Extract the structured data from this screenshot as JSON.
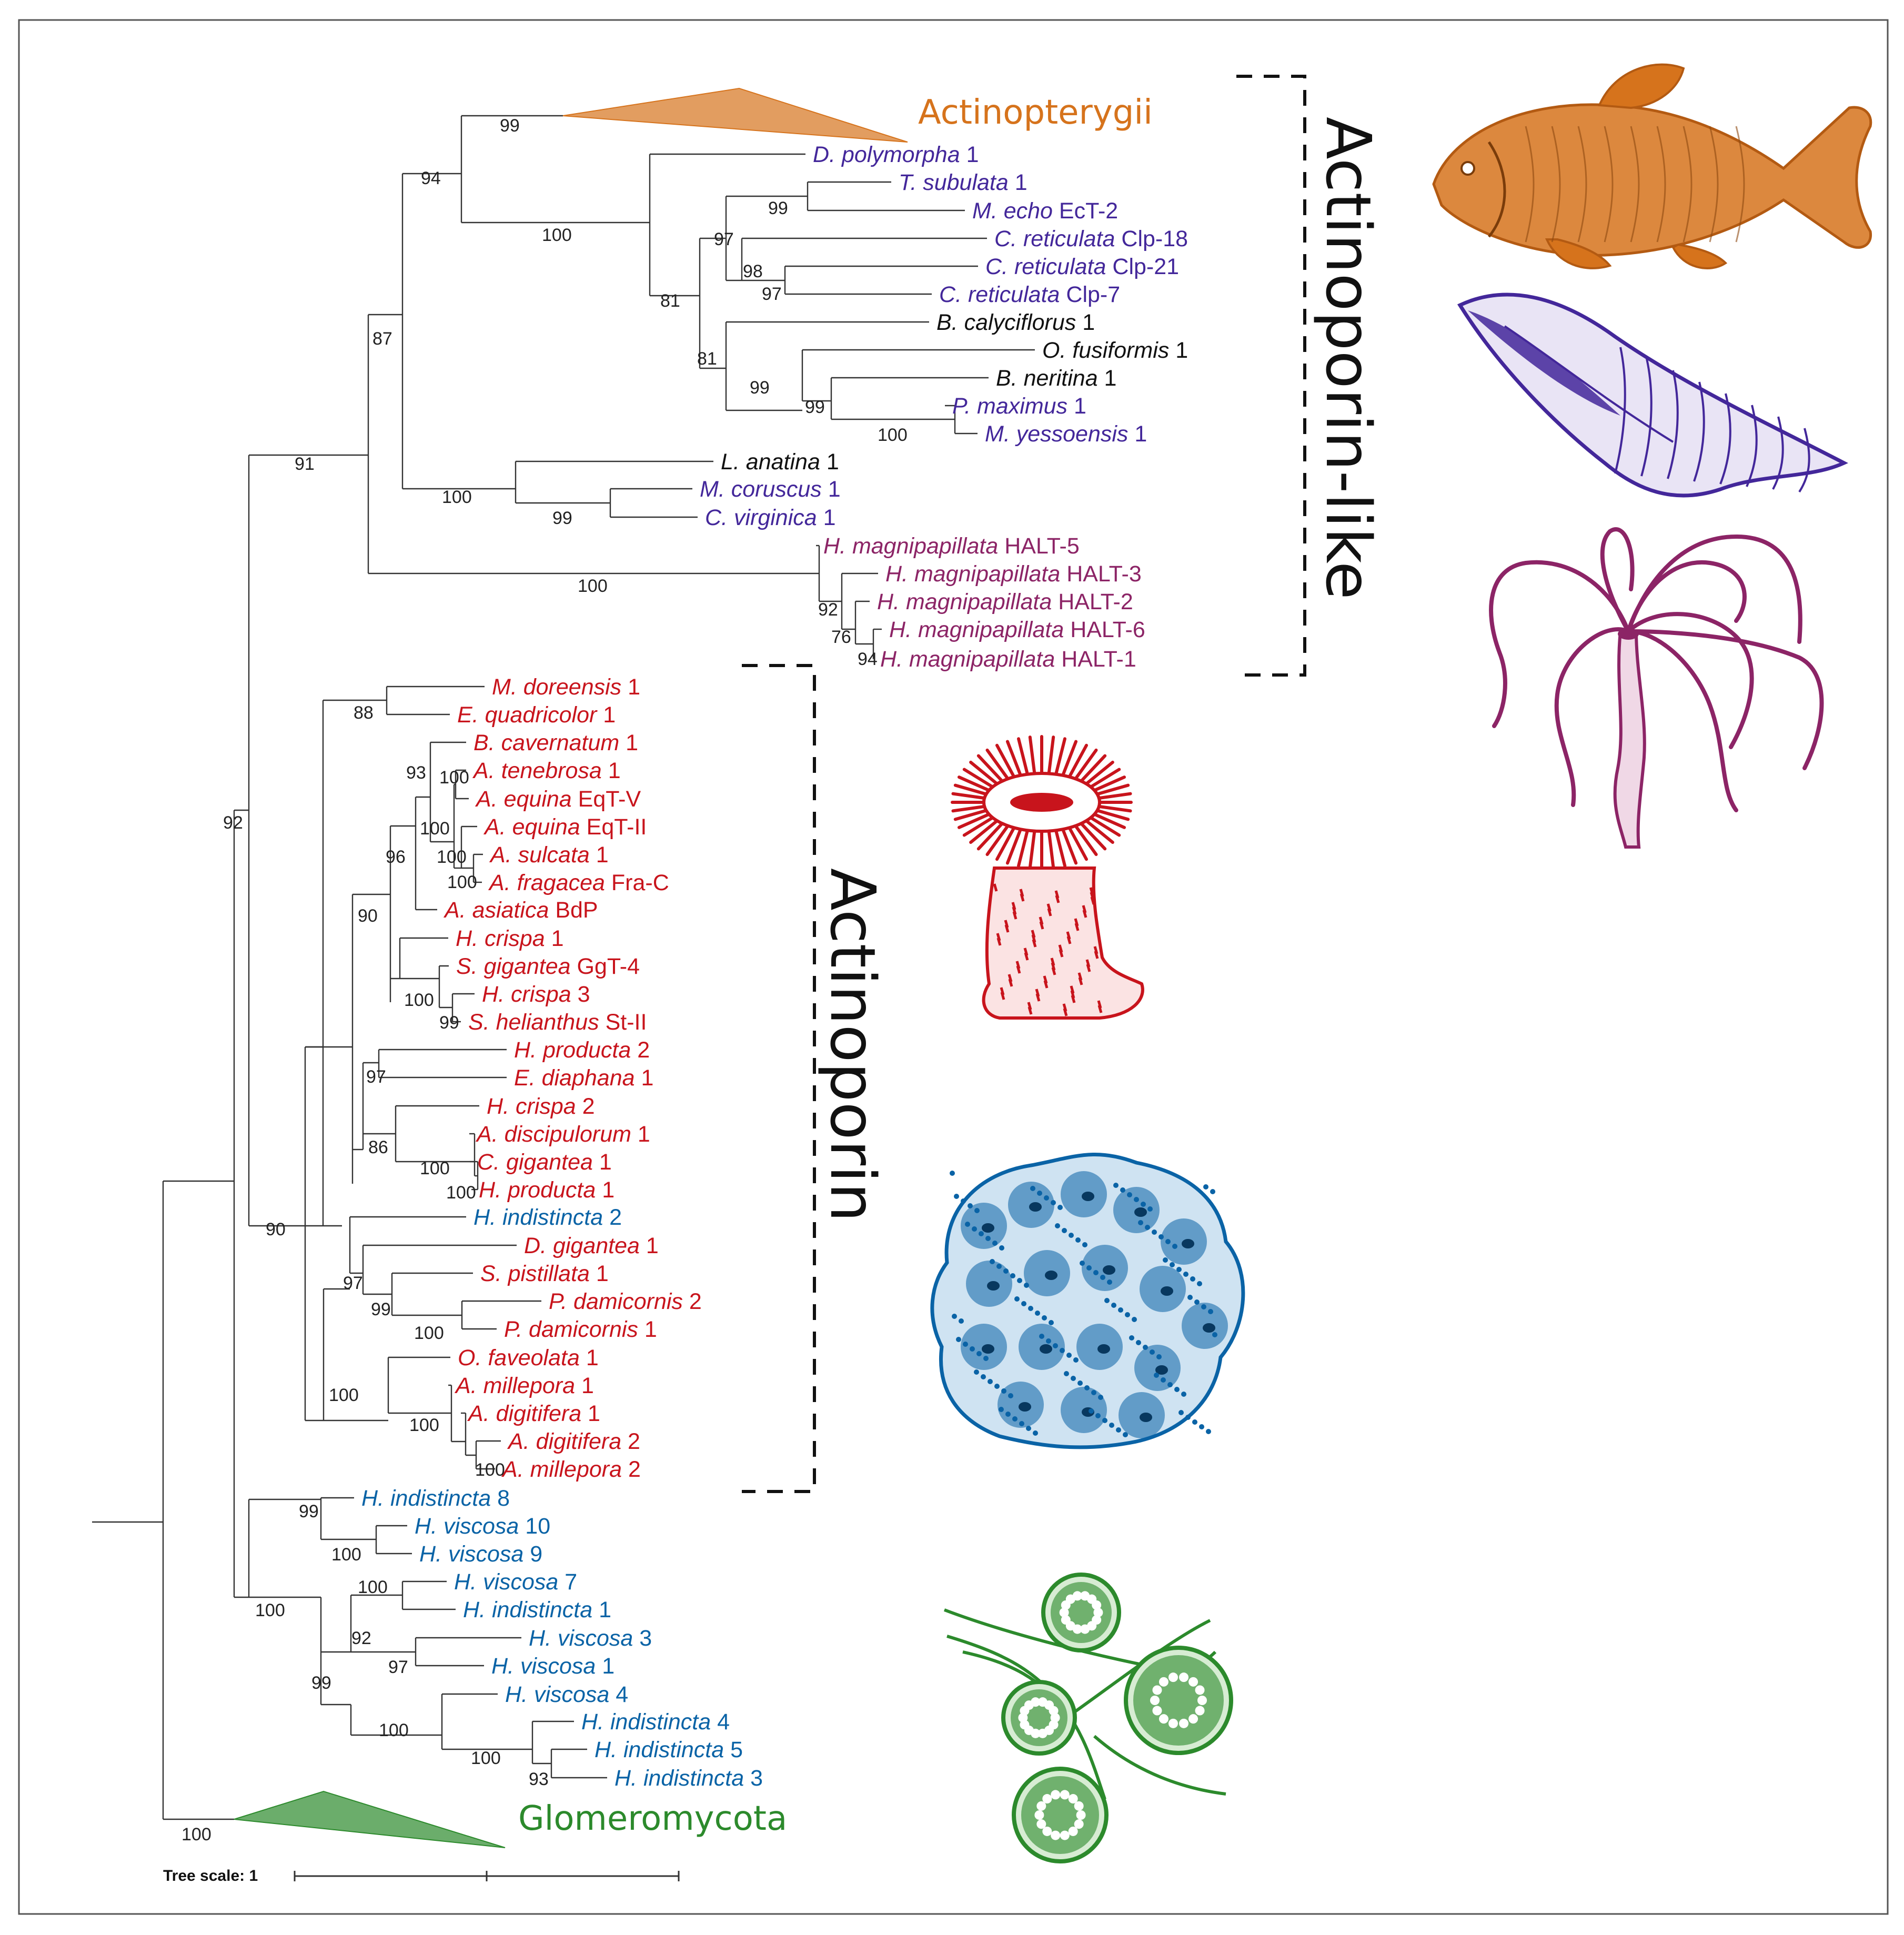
{
  "colors": {
    "mollusc": "#43279a",
    "black": "#111111",
    "hydra": "#8c2466",
    "anemone": "#c8141c",
    "sponge": "#0a63a6",
    "fish": "#d6731c",
    "fungi": "#2c8a2c",
    "branch": "#333333"
  },
  "tree": {
    "scale_label": "Tree scale: 1",
    "groups": {
      "actinoporin_like": "Actinoporin-like",
      "actinoporin": "Actinoporin"
    },
    "collapsed": [
      {
        "id": "actino",
        "label": "Actinopterygii",
        "color": "fish"
      },
      {
        "id": "glom",
        "label": "Glomeromycota",
        "color": "fungi"
      }
    ],
    "tips": [
      {
        "id": "t1",
        "species": "D. polymorpha",
        "suffix": "1",
        "color": "mollusc"
      },
      {
        "id": "t2",
        "species": "T. subulata",
        "suffix": "1",
        "color": "mollusc"
      },
      {
        "id": "t3",
        "species": "M. echo",
        "suffix": "EcT-2",
        "color": "mollusc"
      },
      {
        "id": "t4",
        "species": "C. reticulata",
        "suffix": "Clp-18",
        "color": "mollusc"
      },
      {
        "id": "t5",
        "species": "C. reticulata",
        "suffix": "Clp-21",
        "color": "mollusc"
      },
      {
        "id": "t6",
        "species": "C. reticulata",
        "suffix": "Clp-7",
        "color": "mollusc"
      },
      {
        "id": "t7",
        "species": "B. calyciflorus",
        "suffix": "1",
        "color": "black"
      },
      {
        "id": "t8",
        "species": "O. fusiformis",
        "suffix": "1",
        "color": "black"
      },
      {
        "id": "t9",
        "species": "B. neritina",
        "suffix": "1",
        "color": "black"
      },
      {
        "id": "t10",
        "species": "P. maximus",
        "suffix": "1",
        "color": "mollusc"
      },
      {
        "id": "t11",
        "species": "M. yessoensis",
        "suffix": "1",
        "color": "mollusc"
      },
      {
        "id": "t12",
        "species": "L. anatina",
        "suffix": "1",
        "color": "black"
      },
      {
        "id": "t13",
        "species": "M. coruscus",
        "suffix": "1",
        "color": "mollusc"
      },
      {
        "id": "t14",
        "species": "C. virginica",
        "suffix": "1",
        "color": "mollusc"
      },
      {
        "id": "t15",
        "species": "H. magnipapillata",
        "suffix": "HALT-5",
        "color": "hydra"
      },
      {
        "id": "t16",
        "species": "H. magnipapillata",
        "suffix": "HALT-3",
        "color": "hydra"
      },
      {
        "id": "t17",
        "species": "H. magnipapillata",
        "suffix": "HALT-2",
        "color": "hydra"
      },
      {
        "id": "t18",
        "species": "H. magnipapillata",
        "suffix": "HALT-6",
        "color": "hydra"
      },
      {
        "id": "t19",
        "species": "H. magnipapillata",
        "suffix": "HALT-1",
        "color": "hydra"
      },
      {
        "id": "t20",
        "species": "M. doreensis",
        "suffix": "1",
        "color": "anemone"
      },
      {
        "id": "t21",
        "species": "E. quadricolor",
        "suffix": "1",
        "color": "anemone"
      },
      {
        "id": "t22",
        "species": "B. cavernatum",
        "suffix": "1",
        "color": "anemone"
      },
      {
        "id": "t23",
        "species": "A. tenebrosa",
        "suffix": "1",
        "color": "anemone"
      },
      {
        "id": "t24",
        "species": "A. equina",
        "suffix": "EqT-V",
        "color": "anemone"
      },
      {
        "id": "t25",
        "species": "A. equina",
        "suffix": "EqT-II",
        "color": "anemone"
      },
      {
        "id": "t26",
        "species": "A. sulcata",
        "suffix": "1",
        "color": "anemone"
      },
      {
        "id": "t27",
        "species": "A. fragacea",
        "suffix": "Fra-C",
        "color": "anemone"
      },
      {
        "id": "t28",
        "species": "A. asiatica",
        "suffix": "BdP",
        "color": "anemone"
      },
      {
        "id": "t29",
        "species": "H. crispa",
        "suffix": "1",
        "color": "anemone"
      },
      {
        "id": "t30",
        "species": "S. gigantea",
        "suffix": "GgT-4",
        "color": "anemone"
      },
      {
        "id": "t31",
        "species": "H. crispa",
        "suffix": "3",
        "color": "anemone"
      },
      {
        "id": "t32",
        "species": "S. helianthus",
        "suffix": "St-II",
        "color": "anemone"
      },
      {
        "id": "t33",
        "species": "H. producta",
        "suffix": "2",
        "color": "anemone"
      },
      {
        "id": "t34",
        "species": "E. diaphana",
        "suffix": "1",
        "color": "anemone"
      },
      {
        "id": "t35",
        "species": "H. crispa",
        "suffix": "2",
        "color": "anemone"
      },
      {
        "id": "t36",
        "species": "A. discipulorum",
        "suffix": "1",
        "color": "anemone"
      },
      {
        "id": "t37",
        "species": "C. gigantea",
        "suffix": "1",
        "color": "anemone"
      },
      {
        "id": "t38",
        "species": "H. producta",
        "suffix": "1",
        "color": "anemone"
      },
      {
        "id": "t39",
        "species": "H. indistincta",
        "suffix": "2",
        "color": "sponge"
      },
      {
        "id": "t40",
        "species": "D. gigantea",
        "suffix": "1",
        "color": "anemone"
      },
      {
        "id": "t41",
        "species": "S. pistillata",
        "suffix": "1",
        "color": "anemone"
      },
      {
        "id": "t42",
        "species": "P. damicornis",
        "suffix": "2",
        "color": "anemone"
      },
      {
        "id": "t43",
        "species": "P. damicornis",
        "suffix": "1",
        "color": "anemone"
      },
      {
        "id": "t44",
        "species": "O. faveolata",
        "suffix": "1",
        "color": "anemone"
      },
      {
        "id": "t45",
        "species": "A. millepora",
        "suffix": "1",
        "color": "anemone"
      },
      {
        "id": "t46",
        "species": "A. digitifera",
        "suffix": "1",
        "color": "anemone"
      },
      {
        "id": "t47",
        "species": "A. digitifera",
        "suffix": "2",
        "color": "anemone"
      },
      {
        "id": "t48",
        "species": "A. millepora",
        "suffix": "2",
        "color": "anemone"
      },
      {
        "id": "t49",
        "species": "H. indistincta",
        "suffix": "8",
        "color": "sponge"
      },
      {
        "id": "t50",
        "species": "H. viscosa",
        "suffix": "10",
        "color": "sponge"
      },
      {
        "id": "t51",
        "species": "H. viscosa",
        "suffix": "9",
        "color": "sponge"
      },
      {
        "id": "t52",
        "species": "H. viscosa",
        "suffix": "7",
        "color": "sponge"
      },
      {
        "id": "t53",
        "species": "H. indistincta",
        "suffix": "1",
        "color": "sponge"
      },
      {
        "id": "t54",
        "species": "H. viscosa",
        "suffix": "3",
        "color": "sponge"
      },
      {
        "id": "t55",
        "species": "H. viscosa",
        "suffix": "1",
        "color": "sponge"
      },
      {
        "id": "t56",
        "species": "H. viscosa",
        "suffix": "4",
        "color": "sponge"
      },
      {
        "id": "t57",
        "species": "H. indistincta",
        "suffix": "4",
        "color": "sponge"
      },
      {
        "id": "t58",
        "species": "H. indistincta",
        "suffix": "5",
        "color": "sponge"
      },
      {
        "id": "t59",
        "species": "H. indistincta",
        "suffix": "3",
        "color": "sponge"
      }
    ],
    "bootstraps": [
      {
        "node": "n_actino_mol",
        "value": "99"
      },
      {
        "node": "n_94",
        "value": "94"
      },
      {
        "node": "n_mol100",
        "value": "100"
      },
      {
        "node": "n_mecho",
        "value": "99"
      },
      {
        "node": "n_97a",
        "value": "97"
      },
      {
        "node": "n_98",
        "value": "98"
      },
      {
        "node": "n_97b",
        "value": "97"
      },
      {
        "node": "n_81a",
        "value": "81"
      },
      {
        "node": "n_81b",
        "value": "81"
      },
      {
        "node": "n_99c",
        "value": "99"
      },
      {
        "node": "n_99d",
        "value": "99"
      },
      {
        "node": "n_100p",
        "value": "100"
      },
      {
        "node": "n_87",
        "value": "87"
      },
      {
        "node": "n_100l",
        "value": "100"
      },
      {
        "node": "n_99e",
        "value": "99"
      },
      {
        "node": "n_91",
        "value": "91"
      },
      {
        "node": "n_100h",
        "value": "100"
      },
      {
        "node": "n_92h",
        "value": "92"
      },
      {
        "node": "n_76",
        "value": "76"
      },
      {
        "node": "n_94h",
        "value": "94"
      },
      {
        "node": "n_88",
        "value": "88"
      },
      {
        "node": "n_93",
        "value": "93"
      },
      {
        "node": "n_100a",
        "value": "100"
      },
      {
        "node": "n_100b",
        "value": "100"
      },
      {
        "node": "n_100c",
        "value": "100"
      },
      {
        "node": "n_100d",
        "value": "100"
      },
      {
        "node": "n_96",
        "value": "96"
      },
      {
        "node": "n_90a",
        "value": "90"
      },
      {
        "node": "n_100e",
        "value": "100"
      },
      {
        "node": "n_99f",
        "value": "99"
      },
      {
        "node": "n_97c",
        "value": "97"
      },
      {
        "node": "n_86",
        "value": "86"
      },
      {
        "node": "n_100f",
        "value": "100"
      },
      {
        "node": "n_100g",
        "value": "100"
      },
      {
        "node": "n_92",
        "value": "92"
      },
      {
        "node": "n_90b",
        "value": "90"
      },
      {
        "node": "n_97d",
        "value": "97"
      },
      {
        "node": "n_99g",
        "value": "99"
      },
      {
        "node": "n_100i",
        "value": "100"
      },
      {
        "node": "n_100j",
        "value": "100"
      },
      {
        "node": "n_100k",
        "value": "100"
      },
      {
        "node": "n_100m",
        "value": "100"
      },
      {
        "node": "n_99h",
        "value": "99"
      },
      {
        "node": "n_100n",
        "value": "100"
      },
      {
        "node": "n_100o",
        "value": "100"
      },
      {
        "node": "n_100q",
        "value": "100"
      },
      {
        "node": "n_92s",
        "value": "92"
      },
      {
        "node": "n_97s",
        "value": "97"
      },
      {
        "node": "n_99s",
        "value": "99"
      },
      {
        "node": "n_100r",
        "value": "100"
      },
      {
        "node": "n_100s",
        "value": "100"
      },
      {
        "node": "n_93s",
        "value": "93"
      },
      {
        "node": "n_100t",
        "value": "100"
      }
    ],
    "illustrations": [
      {
        "id": "fish",
        "icon": "fish-icon",
        "color": "fish"
      },
      {
        "id": "shell",
        "icon": "sea-shell-icon",
        "color": "mollusc"
      },
      {
        "id": "hydra",
        "icon": "hydra-icon",
        "color": "hydra"
      },
      {
        "id": "anemone",
        "icon": "sea-anemone-icon",
        "color": "anemone"
      },
      {
        "id": "sponge",
        "icon": "sponge-icon",
        "color": "sponge"
      },
      {
        "id": "fungi",
        "icon": "fungal-spores-icon",
        "color": "fungi"
      }
    ]
  }
}
